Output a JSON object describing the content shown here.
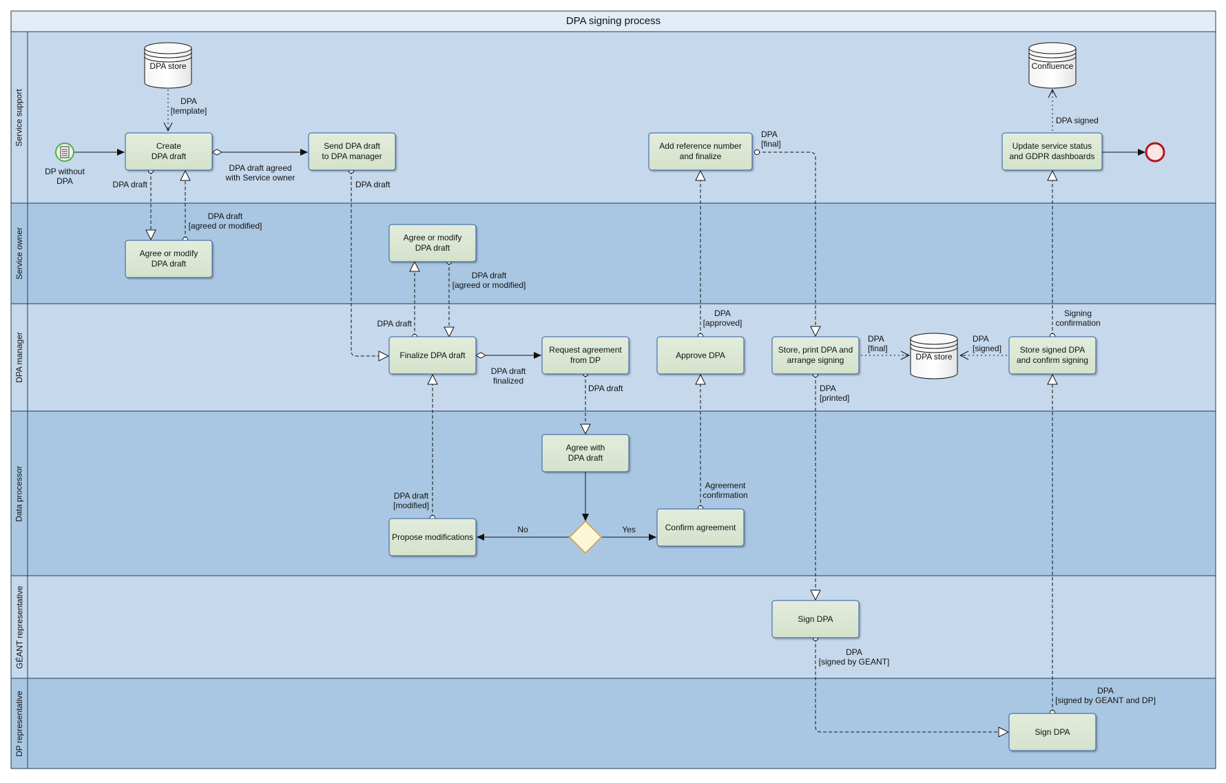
{
  "diagram": {
    "title": "DPA signing process",
    "lanes": [
      "Service support",
      "Service owner",
      "DPA manager",
      "Data processor",
      "GÉANT representative",
      "DP representative"
    ],
    "colors": {
      "lane_light": "#c5d8ec",
      "lane_dark": "#a9c7e2",
      "task_fill": "#dbe7d4",
      "task_border": "#2c5aa0",
      "gateway_fill": "#fdf6d6",
      "gateway_border": "#c9a04a",
      "end_border": "#b8121b",
      "start_border": "#4cae4c"
    },
    "start_event": {
      "label": "DP without\nDPA",
      "icon": "message-icon"
    },
    "tasks": {
      "create_draft": "Create\nDPA draft",
      "send_draft": "Send DPA draft\nto DPA manager",
      "add_reference": "Add reference number\nand finalize",
      "update_status": "Update service status\nand GDPR dashboards",
      "agree_modify_1": "Agree or modify\nDPA draft",
      "agree_modify_2": "Agree or modify\nDPA draft",
      "finalize_draft": "Finalize DPA draft",
      "request_agreement": "Request agreement\nfrom DP",
      "approve_dpa": "Approve DPA",
      "store_print": "Store, print DPA and\narrange signing",
      "store_signed": "Store signed DPA\nand confirm signing",
      "agree_with_draft": "Agree with\nDPA draft",
      "propose_modifications": "Propose modifications",
      "confirm_agreement": "Confirm agreement",
      "sign_geant": "Sign DPA",
      "sign_dp": "Sign DPA"
    },
    "data_stores": {
      "dpa_store_top": "DPA store",
      "confluence": "Confluence",
      "dpa_store_mid": "DPA store"
    },
    "labels": {
      "dpa_template": "DPA\n[template]",
      "draft_agreed_owner": "DPA draft agreed\nwith Service owner",
      "dpa_draft_a": "DPA draft",
      "dpa_draft_agreed_a": "DPA draft\n[agreed or modified]",
      "dpa_draft_b": "DPA draft",
      "dpa_draft_c": "DPA draft",
      "dpa_draft_agreed_b": "DPA draft\n[agreed or modified]",
      "draft_finalized": "DPA draft\nfinalized",
      "dpa_draft_d": "DPA draft",
      "dpa_final_a": "DPA\n[final]",
      "dpa_approved": "DPA\n[approved]",
      "dpa_final_b": "DPA\n[final]",
      "dpa_signed_store": "DPA\n[signed]",
      "dpa_signed": "DPA signed",
      "signing_confirmation": "Signing\nconfirmation",
      "dpa_printed": "DPA\n[printed]",
      "dpa_draft_modified": "DPA draft\n[modified]",
      "agreement_confirmation": "Agreement\nconfirmation",
      "no": "No",
      "yes": "Yes",
      "signed_by_geant": "DPA\n[signed by GEANT]",
      "signed_by_geant_dp": "DPA\n[signed by GEANT and DP]"
    }
  }
}
